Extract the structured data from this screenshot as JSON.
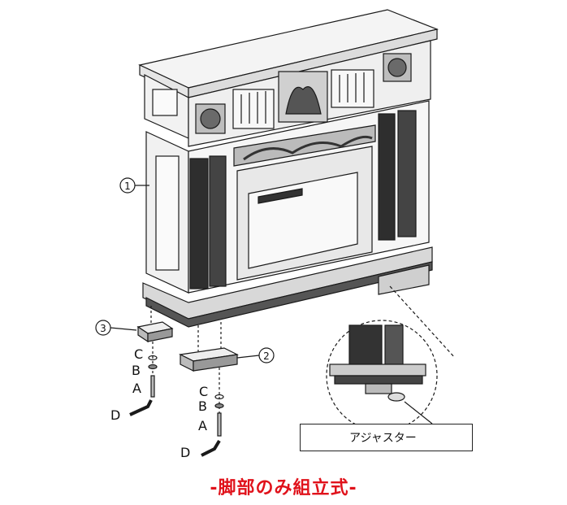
{
  "diagram": {
    "part_numbers": [
      "1",
      "2",
      "3"
    ],
    "hardware_letters_left": [
      "C",
      "B",
      "A",
      "D"
    ],
    "hardware_letters_right": [
      "C",
      "B",
      "A",
      "D"
    ],
    "adjuster_label": "アジャスター",
    "caption": "-脚部のみ組立式-",
    "caption_color": "#e0121b"
  }
}
